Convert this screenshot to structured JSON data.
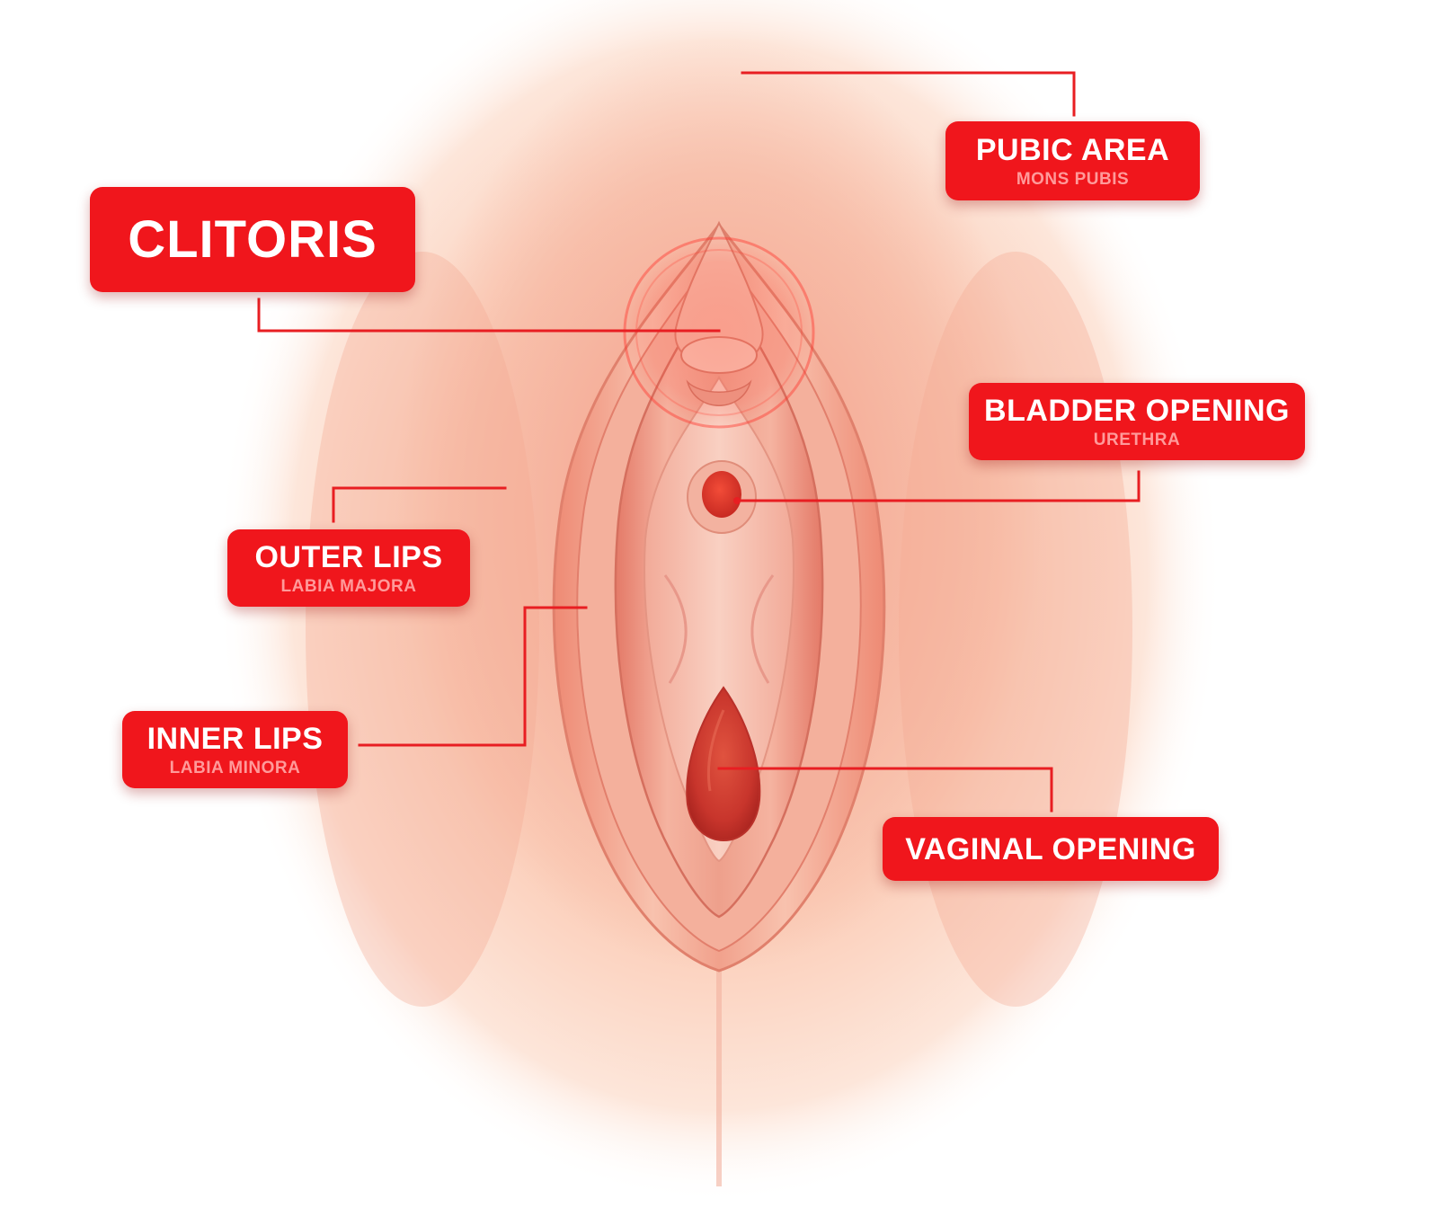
{
  "colors": {
    "label_red": "#f0161c",
    "subtitle_pink": "#ff9a9a",
    "leader_line": "#e81e22",
    "skin_light": "#fbd8c6",
    "skin_mid": "#f4a48e",
    "tissue_deep": "#d4423a"
  },
  "labels": {
    "pubic_area": {
      "title": "PUBIC AREA",
      "subtitle": "MONS PUBIS"
    },
    "clitoris": {
      "title": "CLITORIS"
    },
    "bladder_opening": {
      "title": "BLADDER OPENING",
      "subtitle": "URETHRA"
    },
    "outer_lips": {
      "title": "OUTER LIPS",
      "subtitle": "LABIA MAJORA"
    },
    "inner_lips": {
      "title": "INNER LIPS",
      "subtitle": "LABIA MINORA"
    },
    "vaginal_opening": {
      "title": "VAGINAL OPENING"
    }
  }
}
